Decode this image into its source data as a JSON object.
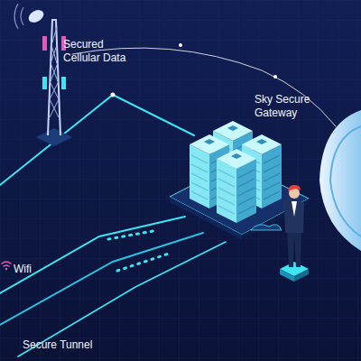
{
  "diagram": {
    "labels": [
      "Secured Cellular Data",
      "Sky Secure Gateway",
      "Wifi",
      "Secure Tunnel"
    ]
  }
}
